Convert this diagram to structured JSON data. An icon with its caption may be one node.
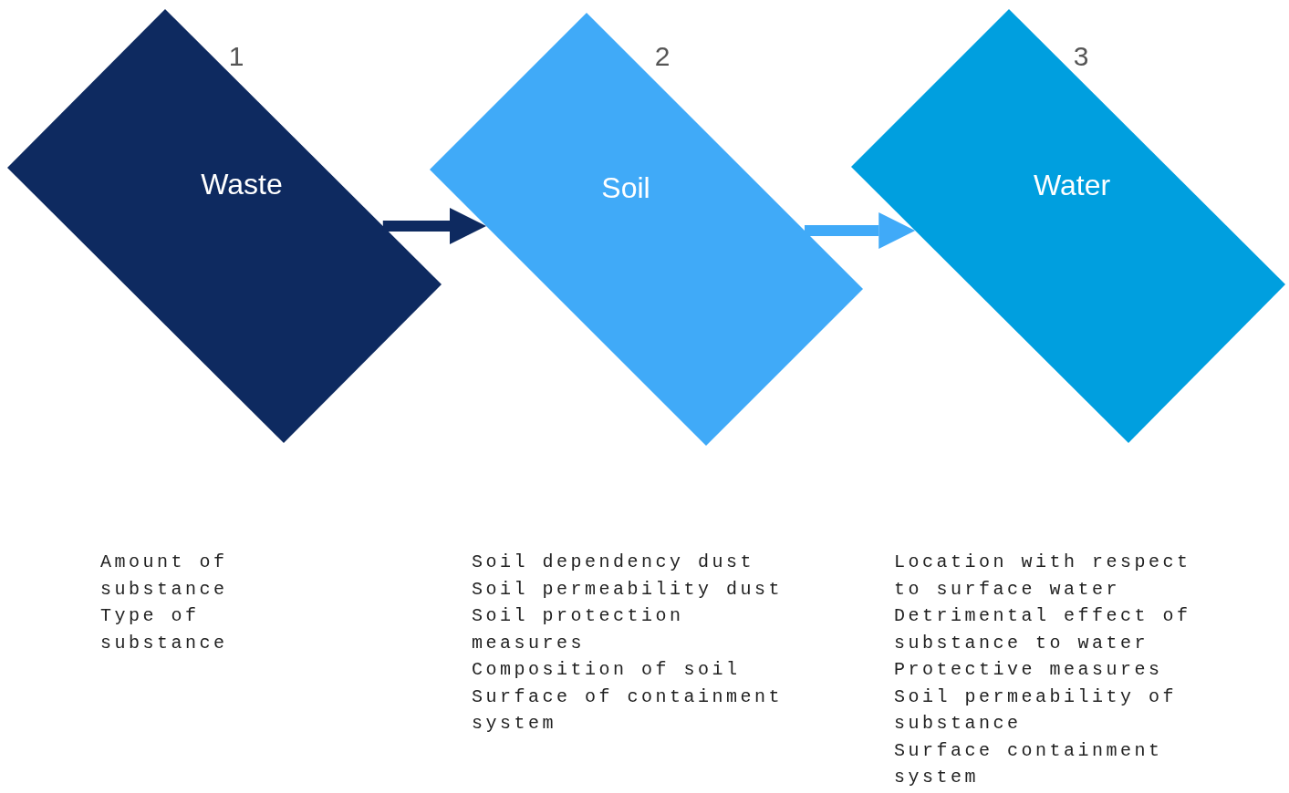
{
  "diagram": {
    "nodes": [
      {
        "text": [
          "Waste"
        ],
        "beside": [
          "1",
          "Amount of substance",
          "Type of substance"
        ]
      },
      {
        "text": [
          "Soil"
        ],
        "beside": [
          "2",
          "Soil dependency dust",
          "Soil permeability dust",
          "Soil protection measures",
          "Composition of soil",
          "Surface of containment system"
        ]
      },
      {
        "text": [
          "Water"
        ],
        "beside": [
          "3",
          "Location with respect to surface water",
          "Detrimental effect of substance to water",
          "Protective measures",
          "Soil permeability of substance",
          "Surface containment system"
        ]
      }
    ],
    "edges": [
      {
        "from": 0,
        "to": 1,
        "arrow": "to",
        "color": "#0e2a60"
      },
      {
        "from": 1,
        "to": 2,
        "arrow": "to",
        "color": "#40aaf8"
      }
    ]
  }
}
